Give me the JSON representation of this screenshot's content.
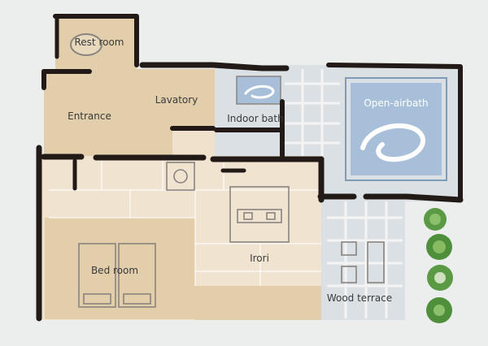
{
  "colors": {
    "paper": "#eceeed",
    "wood_floor": "#e2ceab",
    "light_floor": "#f0e3d0",
    "tile_floor": "#dbe0e5",
    "bath_water": "#a7bfd8",
    "walls": "#221a16",
    "plants": "#4f8f3c"
  },
  "rooms": {
    "rest_room": "Rest room",
    "entrance": "Entrance",
    "lavatory": "Lavatory",
    "indoor_bath": "Indoor bath",
    "open_air_bath": "Open-airbath",
    "bed_room": "Bed room",
    "irori": "Irori",
    "wood_terrace": "Wood terrace"
  }
}
